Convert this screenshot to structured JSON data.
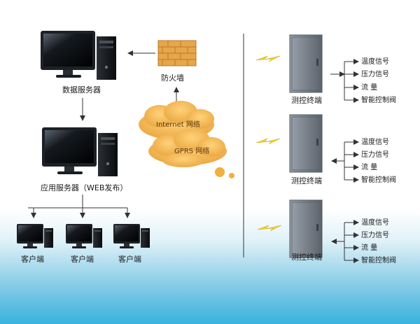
{
  "labels": {
    "data_server": "数据服务器",
    "firewall": "防火墙",
    "app_server": "应用服务器（WEB发布）",
    "client": "客户端",
    "internet": "Internet  网络",
    "gprs": "GPRS  网络",
    "terminal": "测控终端"
  },
  "signals": [
    "温度信号",
    "压力信号",
    "流      量",
    "智能控制阀"
  ],
  "colors": {
    "cloud": "#f2b84a",
    "bolt": "#f2d22a",
    "cabinet": "#7f8790",
    "brick": "#e6a64a"
  }
}
